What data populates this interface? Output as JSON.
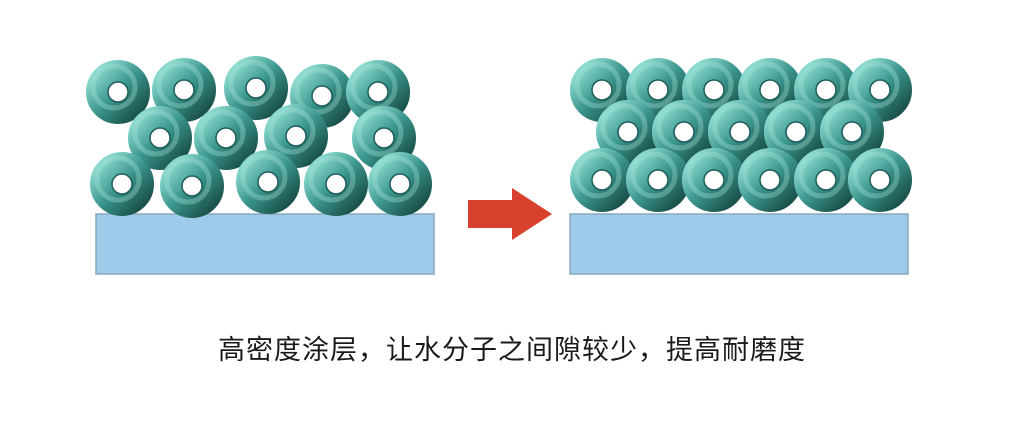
{
  "caption": "高密度涂层，让水分子之间隙较少，提高耐磨度",
  "colors": {
    "ring": "#3a958c",
    "ring_shadow": "#1f5e57",
    "ring_highlight": "#9fded5",
    "substrate": "#9fcbea",
    "substrate_edge": "#8aa9bd",
    "arrow": "#d8412d"
  },
  "panels": [
    {
      "name": "sparse-coating-panel",
      "description_label": ""
    },
    {
      "name": "dense-coating-panel",
      "description_label": ""
    }
  ]
}
